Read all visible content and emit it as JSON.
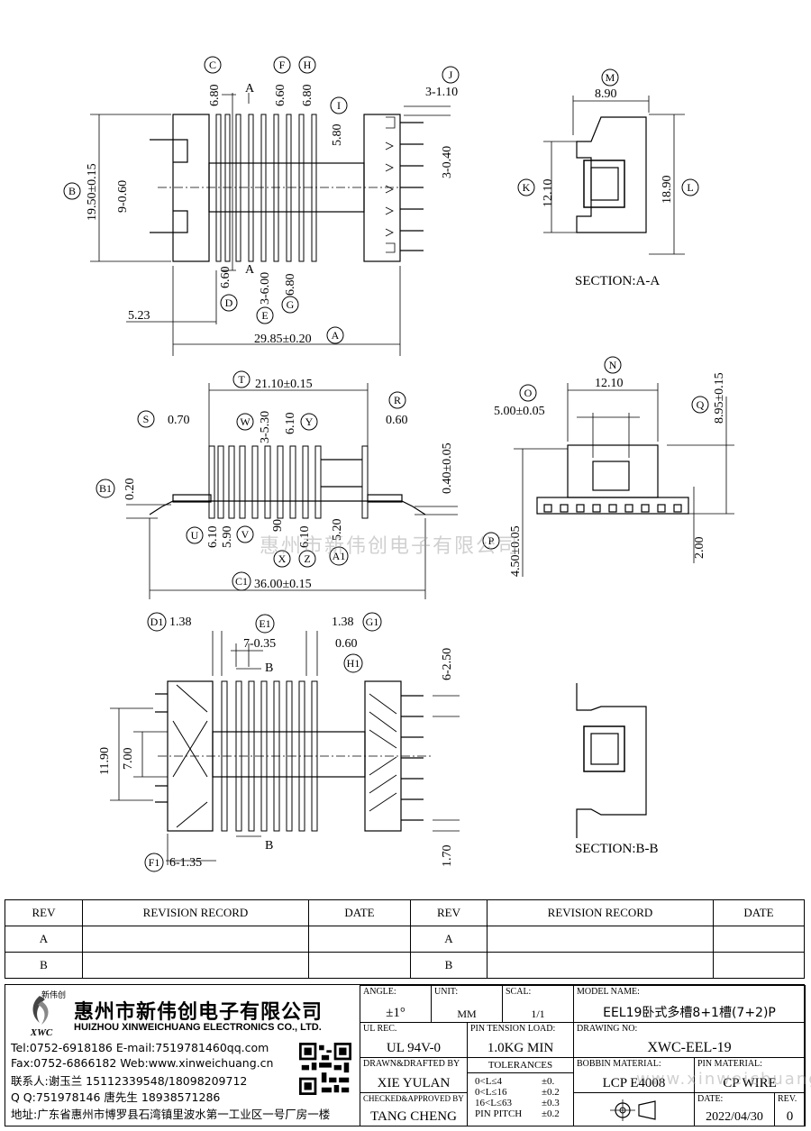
{
  "dims": {
    "C": "6.80",
    "A_top": "A",
    "F": "6.60",
    "H": "6.80",
    "J": "3-1.10",
    "I": "5.80",
    "J2": "3-0.40",
    "B": "19.50±0.15",
    "B_sub": "9-0.60",
    "D": "6.60",
    "A_bot": "A",
    "E": "3-6.00",
    "G": "6.80",
    "offset": "5.23",
    "A_total": "29.85±0.20",
    "M": "8.90",
    "K": "12.10",
    "L": "18.90",
    "secAA": "SECTION:A-A",
    "T": "21.10±0.15",
    "R": "0.60",
    "S": "0.70",
    "W": "3-5.30",
    "Y": "6.10",
    "B1": "0.20",
    "H_right": "0.40±0.05",
    "U": "6.10",
    "V": "5.90",
    "X": "90",
    "Z": "6.10",
    "A1": "5.20",
    "C1": "36.00±0.15",
    "N": "12.10",
    "O": "5.00±0.05",
    "Q": "8.95±0.15",
    "P": "4.50±0.05",
    "P2": "2.00",
    "D1": "1.38",
    "E1": "7-0.35",
    "G1": "1.38",
    "H1": "0.60",
    "B_top": "B",
    "B_bot": "B",
    "pitch": "6-2.50",
    "h1190": "11.90",
    "h700": "7.00",
    "F1": "6-1.35",
    "h170": "1.70",
    "secBB": "SECTION:B-B"
  },
  "bubbles": [
    "C",
    "F",
    "H",
    "J",
    "I",
    "B",
    "K",
    "L",
    "M",
    "D",
    "E",
    "G",
    "A",
    "T",
    "R",
    "S",
    "W",
    "Y",
    "B1",
    "U",
    "V",
    "X",
    "Z",
    "A1",
    "C1",
    "N",
    "O",
    "Q",
    "P",
    "D1",
    "E1",
    "G1",
    "H1",
    "F1"
  ],
  "rev_table": {
    "headers": [
      "REV",
      "REVISION RECORD",
      "DATE",
      "REV",
      "REVISION RECORD",
      "DATE"
    ],
    "rows": [
      [
        "A",
        "",
        "",
        "A",
        "",
        ""
      ],
      [
        "B",
        "",
        "",
        "B",
        "",
        ""
      ]
    ]
  },
  "company": {
    "logo_text": "新伟创",
    "logo_abbr": "XWC",
    "name_cn": "惠州市新伟创电子有限公司",
    "name_en": "HUIZHOU XINWEICHUANG ELECTRONICS CO., LTD.",
    "tel": "Tel:0752-6918186 E-mail:7519781460qq.com",
    "fax": "Fax:0752-6866182 Web:www.xinweichuang.cn",
    "contact": "联系人:谢玉兰 15112339548/18098209712",
    "qq": "Q Q:751978146    唐先生 18938571286",
    "address": "地址:广东省惠州市博罗县石湾镇里波水第一工业区一号厂房一楼"
  },
  "title": {
    "angle_label": "ANGLE:",
    "angle": "±1°",
    "unit_label": "UNIT:",
    "unit": "MM",
    "scale_label": "SCAL:",
    "scale": "1/1",
    "model_label": "MODEL NAME:",
    "model": "EEL19卧式多槽8+1槽(7+2)P",
    "ul_label": "UL REC.",
    "ul": "UL 94V-0",
    "tension_label": "PIN TENSION LOAD:",
    "tension": "1.0KG MIN",
    "drawing_label": "DRAWING NO:",
    "drawing": "XWC-EEL-19",
    "drawn_label": "DRAWN&DRAFTED BY",
    "drawn": "XIE YULAN",
    "tol_label": "TOLERANCES",
    "tol": [
      [
        "0<L≤4",
        "±0."
      ],
      [
        "0<L≤16",
        "±0.2"
      ],
      [
        "16<L≤63",
        "±0.3"
      ],
      [
        "PIN PITCH",
        "±0.2"
      ]
    ],
    "bobbin_label": "BOBBIN MATERIAL:",
    "bobbin": "LCP E4008",
    "pin_label": "PIN MATERIAL:",
    "pin": "CP WIRE",
    "checked_label": "CHECKED&APPROVED BY",
    "checked": "TANG CHENG",
    "date_label": "DATE:",
    "date": "2022/04/30",
    "rev_label": "REV.",
    "rev": "0"
  },
  "watermark": {
    "mid": "惠州市新伟创电子有限公司",
    "bottom": "www.xinweichuang.cn"
  }
}
